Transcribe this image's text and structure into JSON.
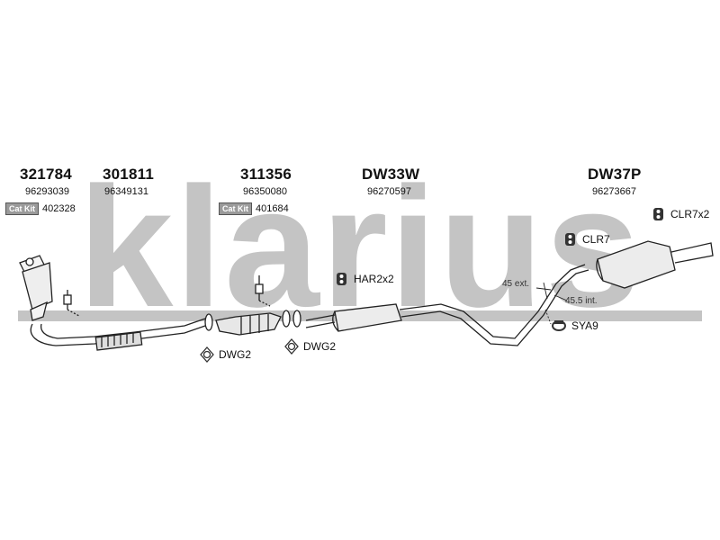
{
  "watermark": {
    "text": "klarius",
    "color": "#bdbdbd"
  },
  "parts": [
    {
      "part_number": "321784",
      "oem_number": "96293039",
      "catkit_label": "Cat Kit",
      "catkit_number": "402328"
    },
    {
      "part_number": "301811",
      "oem_number": "96349131"
    },
    {
      "part_number": "311356",
      "oem_number": "96350080",
      "catkit_label": "Cat Kit",
      "catkit_number": "401684"
    },
    {
      "part_number": "DW33W",
      "oem_number": "96270597"
    },
    {
      "part_number": "DW37P",
      "oem_number": "96273667"
    }
  ],
  "accessories": {
    "har": "HAR2x2",
    "clr7": "CLR7",
    "clr7x2": "CLR7x2",
    "sya9": "SYA9",
    "dwg2_left": "DWG2",
    "dwg2_right": "DWG2"
  },
  "dimensions": {
    "ext": "45 ext.",
    "int": "45.5 int."
  }
}
